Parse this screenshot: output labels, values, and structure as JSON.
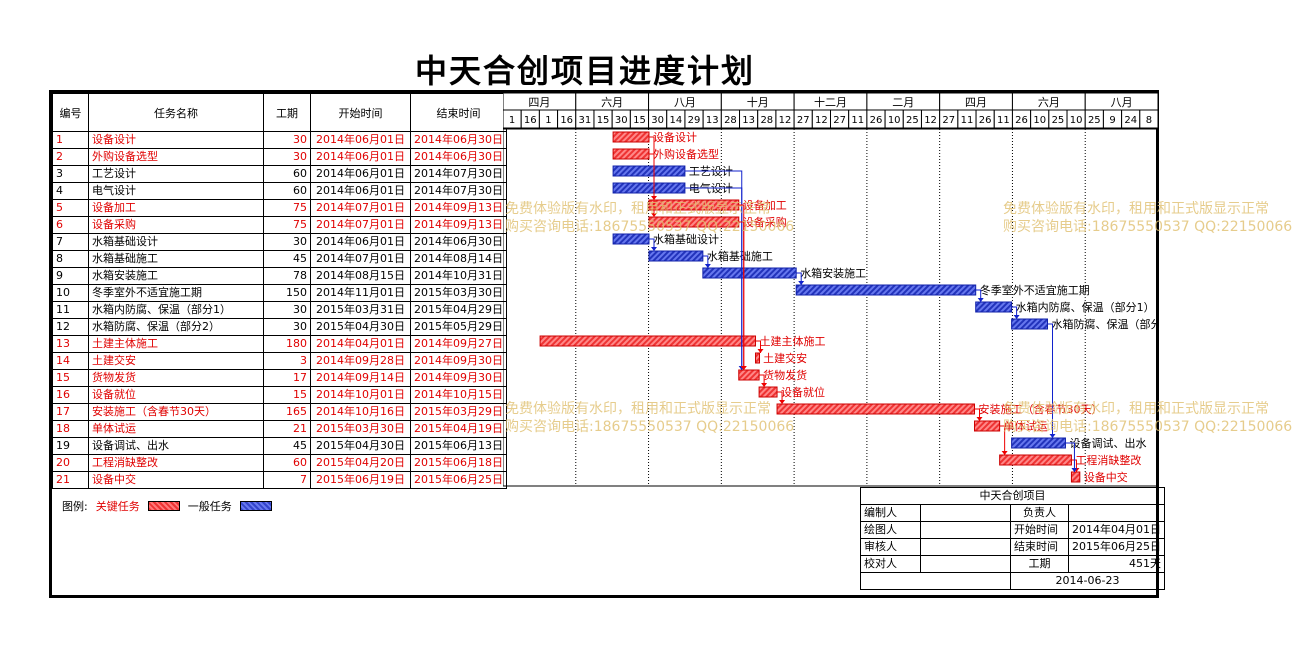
{
  "title": "中天合创项目进度计划",
  "headers": {
    "no": "编号",
    "name": "任务名称",
    "dur": "工期",
    "start": "开始时间",
    "end": "结束时间"
  },
  "months": [
    "四月",
    "六月",
    "八月",
    "十月",
    "十二月",
    "二月",
    "四月",
    "六月",
    "八月"
  ],
  "days": [
    "1",
    "16",
    "1",
    "16",
    "31",
    "15",
    "30",
    "15",
    "30",
    "14",
    "29",
    "13",
    "28",
    "13",
    "28",
    "12",
    "27",
    "12",
    "27",
    "11",
    "26",
    "10",
    "25",
    "12",
    "27",
    "11",
    "26",
    "11",
    "26",
    "10",
    "25",
    "10",
    "25",
    "9",
    "24",
    "8"
  ],
  "tasks": [
    {
      "no": "1",
      "name": "设备设计",
      "dur": "30",
      "start": "2014年06月01日",
      "end": "2014年06月30日",
      "crit": true
    },
    {
      "no": "2",
      "name": "外购设备选型",
      "dur": "30",
      "start": "2014年06月01日",
      "end": "2014年06月30日",
      "crit": true
    },
    {
      "no": "3",
      "name": "工艺设计",
      "dur": "60",
      "start": "2014年06月01日",
      "end": "2014年07月30日",
      "crit": false
    },
    {
      "no": "4",
      "name": "电气设计",
      "dur": "60",
      "start": "2014年06月01日",
      "end": "2014年07月30日",
      "crit": false
    },
    {
      "no": "5",
      "name": "设备加工",
      "dur": "75",
      "start": "2014年07月01日",
      "end": "2014年09月13日",
      "crit": true
    },
    {
      "no": "6",
      "name": "设备采购",
      "dur": "75",
      "start": "2014年07月01日",
      "end": "2014年09月13日",
      "crit": true
    },
    {
      "no": "7",
      "name": "水箱基础设计",
      "dur": "30",
      "start": "2014年06月01日",
      "end": "2014年06月30日",
      "crit": false
    },
    {
      "no": "8",
      "name": "水箱基础施工",
      "dur": "45",
      "start": "2014年07月01日",
      "end": "2014年08月14日",
      "crit": false
    },
    {
      "no": "9",
      "name": "水箱安装施工",
      "dur": "78",
      "start": "2014年08月15日",
      "end": "2014年10月31日",
      "crit": false
    },
    {
      "no": "10",
      "name": "冬季室外不适宜施工期",
      "dur": "150",
      "start": "2014年11月01日",
      "end": "2015年03月30日",
      "crit": false
    },
    {
      "no": "11",
      "name": "水箱内防腐、保温（部分1）",
      "dur": "30",
      "start": "2015年03月31日",
      "end": "2015年04月29日",
      "crit": false
    },
    {
      "no": "12",
      "name": "水箱防腐、保温（部分2）",
      "dur": "30",
      "start": "2015年04月30日",
      "end": "2015年05月29日",
      "crit": false
    },
    {
      "no": "13",
      "name": "土建主体施工",
      "dur": "180",
      "start": "2014年04月01日",
      "end": "2014年09月27日",
      "crit": true
    },
    {
      "no": "14",
      "name": "土建交安",
      "dur": "3",
      "start": "2014年09月28日",
      "end": "2014年09月30日",
      "crit": true
    },
    {
      "no": "15",
      "name": "货物发货",
      "dur": "17",
      "start": "2014年09月14日",
      "end": "2014年09月30日",
      "crit": true
    },
    {
      "no": "16",
      "name": "设备就位",
      "dur": "15",
      "start": "2014年10月01日",
      "end": "2014年10月15日",
      "crit": true
    },
    {
      "no": "17",
      "name": "安装施工（含春节30天）",
      "dur": "165",
      "start": "2014年10月16日",
      "end": "2015年03月29日",
      "crit": true
    },
    {
      "no": "18",
      "name": "单体试运",
      "dur": "21",
      "start": "2015年03月30日",
      "end": "2015年04月19日",
      "crit": true
    },
    {
      "no": "19",
      "name": "设备调试、出水",
      "dur": "45",
      "start": "2015年04月30日",
      "end": "2015年06月13日",
      "crit": false
    },
    {
      "no": "20",
      "name": "工程消缺整改",
      "dur": "60",
      "start": "2015年04月20日",
      "end": "2015年06月18日",
      "crit": true
    },
    {
      "no": "21",
      "name": "设备中交",
      "dur": "7",
      "start": "2015年06月19日",
      "end": "2015年06月25日",
      "crit": true
    }
  ],
  "legend": {
    "label": "图例:",
    "critical": "关键任务",
    "normal": "一般任务"
  },
  "info": {
    "title": "中天合创项目",
    "editor_label": "编制人",
    "owner_label": "负责人",
    "drawer_label": "绘图人",
    "start_label": "开始时间",
    "start_value": "2014年04月01日",
    "reviewer_label": "审核人",
    "end_label": "结束时间",
    "end_value": "2015年06月25日",
    "checker_label": "校对人",
    "dur_label": "工期",
    "dur_value": "451天",
    "date": "2014-06-23"
  },
  "watermark": {
    "line1": "免费体验版有水印，租用和正式版显示正常",
    "line2": "购买咨询电话:18675550537 QQ:22150066"
  },
  "colors": {
    "critical": "#e00000",
    "normal": "#2233bb"
  }
}
